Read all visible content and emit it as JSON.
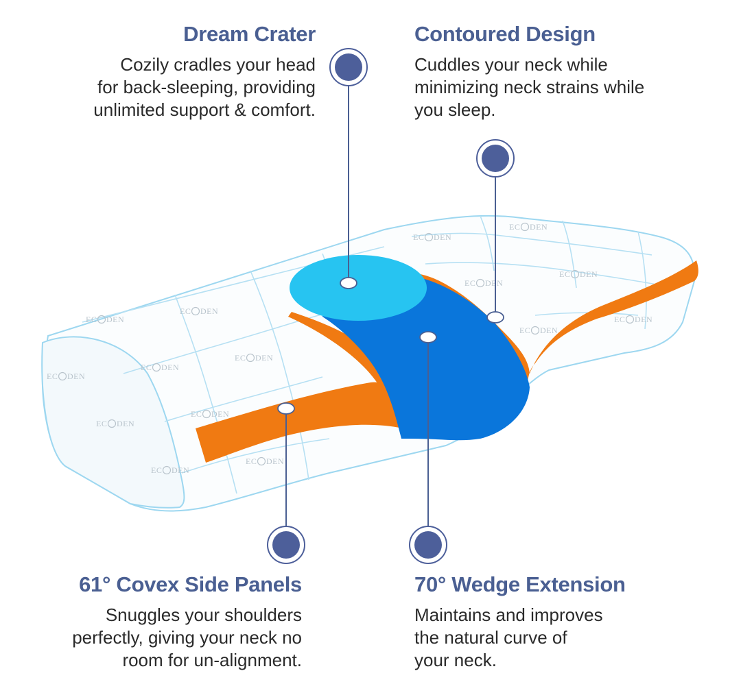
{
  "colors": {
    "heading": "#4a5f92",
    "marker": "#4d5f9a",
    "crater": "#27c4f1",
    "wedge": "#0a76db",
    "panel": "#f07a12",
    "outline": "#9dd7f0"
  },
  "brand_mark": "EC DEN",
  "brand_icon": "tree-icon",
  "callouts": {
    "dream_crater": {
      "title": "Dream Crater",
      "body": "Cozily cradles your head\nfor back-sleeping, providing\nunlimited support & comfort."
    },
    "contoured_design": {
      "title": "Contoured Design",
      "body": "Cuddles your neck while\nminimizing neck strains while\nyou sleep."
    },
    "side_panels": {
      "title": "61° Covex Side Panels",
      "body": "Snuggles your shoulders\nperfectly, giving your neck no\nroom for un-alignment."
    },
    "wedge_extension": {
      "title": "70° Wedge Extension",
      "body": "Maintains and improves\nthe natural curve of\nyour neck."
    }
  }
}
